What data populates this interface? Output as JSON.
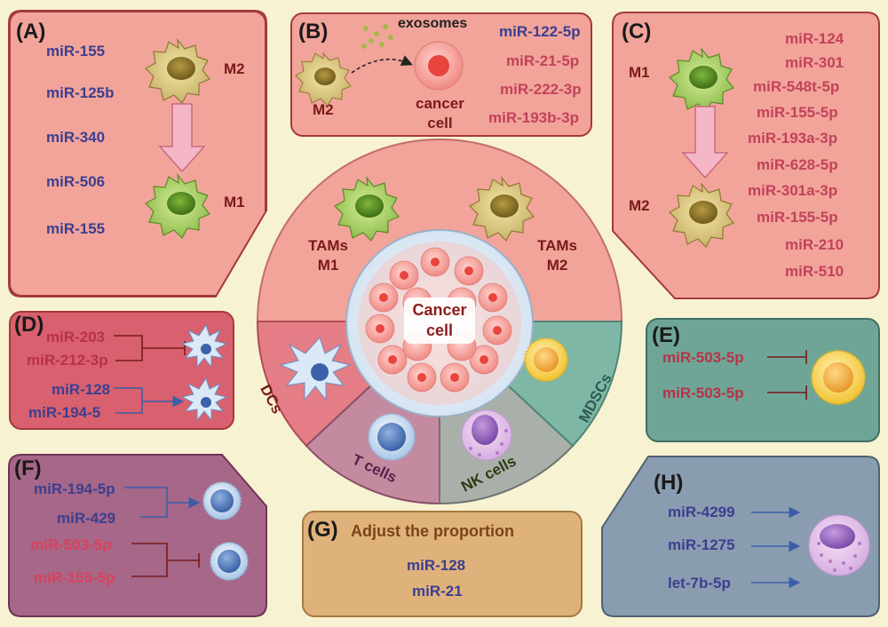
{
  "panelA": {
    "label": "(A)",
    "mirnas": [
      "miR-155",
      "miR-125b",
      "miR-340",
      "miR-506",
      "miR-155"
    ],
    "from": "M2",
    "to": "M1"
  },
  "panelB": {
    "label": "(B)",
    "exosomes": "exosomes",
    "source": "M2",
    "target": "cancer\ncell",
    "mirnas": [
      "miR-122-5p",
      "miR-21-5p",
      "miR-222-3p",
      "miR-193b-3p"
    ]
  },
  "panelC": {
    "label": "(C)",
    "from": "M1",
    "to": "M2",
    "mirnas": [
      "miR-124",
      "miR-301",
      "miR-548t-5p",
      "miR-155-5p",
      "miR-193a-3p",
      "miR-628-5p",
      "miR-301a-3p",
      "miR-155-5p",
      "miR-210",
      "miR-510"
    ]
  },
  "panelD": {
    "label": "(D)",
    "inhibit": [
      "miR-203",
      "miR-212-3p"
    ],
    "promote": [
      "miR-128",
      "miR-194-5"
    ]
  },
  "panelE": {
    "label": "(E)",
    "inhibit": [
      "miR-503-5p",
      "miR-503-5p"
    ]
  },
  "panelF": {
    "label": "(F)",
    "promote": [
      "miR-194-5p",
      "miR-429"
    ],
    "inhibit": [
      "miR-503-5p",
      "miR-155-5p"
    ]
  },
  "panelG": {
    "label": "(G)",
    "title": "Adjust the proportion",
    "mirnas": [
      "miR-128",
      "miR-21"
    ]
  },
  "panelH": {
    "label": "(H)",
    "promote": [
      "miR-4299",
      "miR-1275",
      "let-7b-5p"
    ]
  },
  "center": {
    "cancer": "Cancer\ncell",
    "tams_m1": "TAMs\nM1",
    "tams_m2": "TAMs\nM2",
    "dcs": "DCs",
    "tcells": "T cells",
    "nkcells": "NK cells",
    "mdscs": "MDSCs"
  },
  "colors": {
    "background": "#f7f2d2",
    "mirna_blue": "#3b3f8f",
    "mirna_red": "#c2425a",
    "panel_border": "#a33a3a"
  }
}
